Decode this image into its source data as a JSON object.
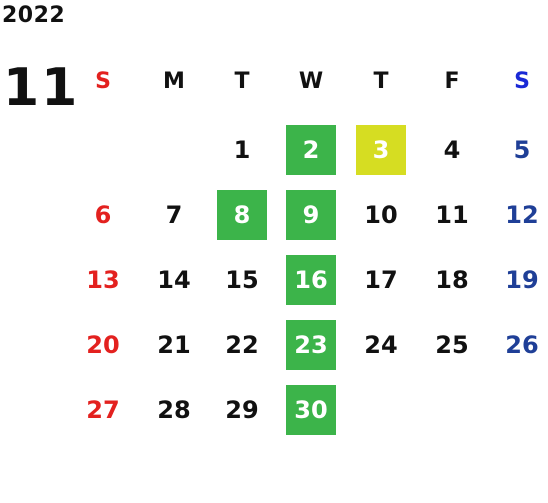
{
  "year": "2022",
  "month": "11",
  "weekdays": [
    "S",
    "M",
    "T",
    "W",
    "T",
    "F",
    "S"
  ],
  "colors": {
    "sunday": "#e3211f",
    "saturday_header": "#1a29d6",
    "saturday": "#1f3f97",
    "highlight_green": "#3cb44a",
    "highlight_yellow": "#d6dd22"
  },
  "weeks": [
    [
      "",
      "",
      "1",
      "2",
      "3",
      "4",
      "5"
    ],
    [
      "6",
      "7",
      "8",
      "9",
      "10",
      "11",
      "12"
    ],
    [
      "13",
      "14",
      "15",
      "16",
      "17",
      "18",
      "19"
    ],
    [
      "20",
      "21",
      "22",
      "23",
      "24",
      "25",
      "26"
    ],
    [
      "27",
      "28",
      "29",
      "30",
      "",
      "",
      ""
    ]
  ],
  "highlights": {
    "green": [
      "2",
      "8",
      "9",
      "16",
      "23",
      "30"
    ],
    "yellow": [
      "3"
    ]
  }
}
